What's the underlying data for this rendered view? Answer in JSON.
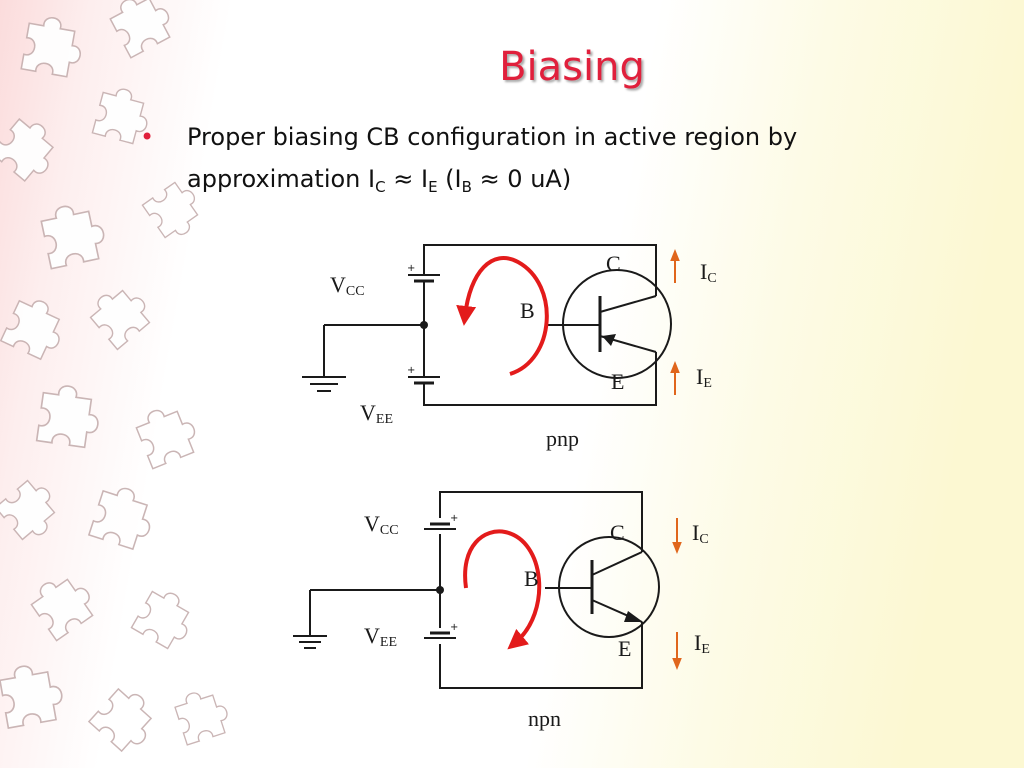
{
  "slide": {
    "title": "Biasing",
    "bullet": {
      "line1": "Proper biasing CB configuration in active region by",
      "prefix": "approximation ",
      "i": "I",
      "c": "C",
      "e": "E",
      "b": "B",
      "approx": "≈",
      "open": " (",
      "tail": " 0 uA)"
    }
  },
  "pnp": {
    "caption": "pnp",
    "vcc": {
      "main": "V",
      "sub": "CC"
    },
    "vee": {
      "main": "V",
      "sub": "EE"
    },
    "collector": "C",
    "base": "B",
    "emitter": "E",
    "ic": {
      "main": "I",
      "sub": "C"
    },
    "ie": {
      "main": "I",
      "sub": "E"
    }
  },
  "npn": {
    "caption": "npn",
    "vcc": {
      "main": "V",
      "sub": "CC"
    },
    "vee": {
      "main": "V",
      "sub": "EE"
    },
    "collector": "C",
    "base": "B",
    "emitter": "E",
    "ic": {
      "main": "I",
      "sub": "C"
    },
    "ie": {
      "main": "I",
      "sub": "E"
    }
  },
  "colors": {
    "title": "#e0203c",
    "loop_arrow": "#e31b1b",
    "current_arrow": "#e0661c",
    "wire": "#1a1a1a"
  }
}
